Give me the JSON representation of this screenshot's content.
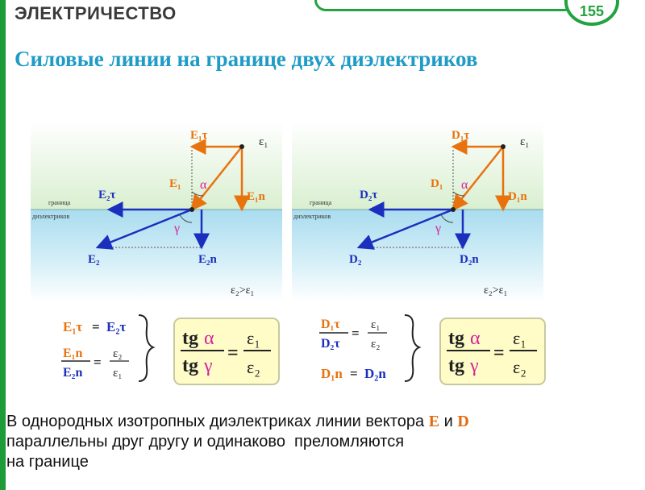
{
  "header": {
    "section_label": "ЭЛЕКТРИЧЕСТВО",
    "badge_text": "155"
  },
  "title": "Силовые линии на границе двух диэлектриков",
  "panels": [
    {
      "vector": "E",
      "e1_label": "ε₁",
      "boundary_label_line1": "граница",
      "boundary_label_line2": "диэлектриков",
      "comparison": "ε₂>ε₁",
      "labels": {
        "tau1": "E₁τ",
        "full1": "E₁",
        "n1": "E₁n",
        "tau2": "E₂τ",
        "full2": "E₂",
        "n2": "E₂n"
      }
    },
    {
      "vector": "D",
      "e1_label": "ε₁",
      "boundary_label_line1": "граница",
      "boundary_label_line2": "диэлектриков",
      "comparison": "ε₂>ε₁",
      "labels": {
        "tau1": "D₁τ",
        "full1": "D₁",
        "n1": "D₁n",
        "tau2": "D₂τ",
        "full2": "D₂",
        "n2": "D₂n"
      }
    }
  ],
  "angles": {
    "alpha": "α",
    "gamma": "γ"
  },
  "formulas": {
    "e_relation_1": {
      "left": "E₁τ",
      "eq": "=",
      "right": "E₂τ"
    },
    "e_relation_2": {
      "num": "E₁n",
      "den": "E₂n",
      "eq": "=",
      "rnum": "ε₂",
      "rden": "ε₁"
    },
    "d_relation_1": {
      "num": "D₁τ",
      "den": "D₂τ",
      "eq": "=",
      "rnum": "ε₁",
      "rden": "ε₂"
    },
    "d_relation_2": {
      "left": "D₁n",
      "eq": "=",
      "right": "D₂n"
    },
    "tangent_ratio": {
      "tg": "tg",
      "alpha": "α",
      "gamma": "γ",
      "eq": "=",
      "num": "ε₁",
      "den": "ε₂"
    }
  },
  "caption": {
    "line1": "В однородных изотропных диэлектриках линии вектора",
    "vec_e": "E",
    "and": "и",
    "vec_d": "D",
    "line2": "параллельны друг другу и одинаково  преломляются",
    "line3": "на границе"
  },
  "colors": {
    "orange": "#e8720e",
    "blue": "#1a2fbe",
    "magenta": "#d6209a",
    "upper_bg": "#d9efd0",
    "lower_bg": "#bfe6f4",
    "accent_green": "#22a33f",
    "title_blue": "#1e9bc6"
  }
}
